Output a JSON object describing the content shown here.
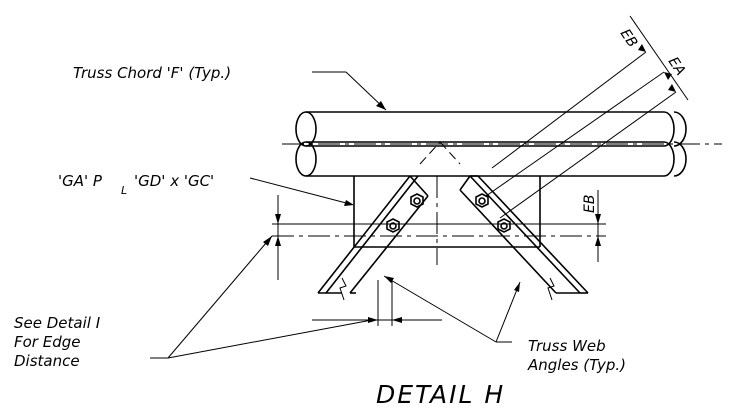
{
  "labels": {
    "truss_chord": "Truss Chord 'F' (Typ.)",
    "gusset_plate_left": "'GA' P",
    "gusset_plate_sub": "L",
    "gusset_plate_right": "'GD' x 'GC'",
    "see_detail_line1": "See Detail I",
    "see_detail_line2": "For Edge",
    "see_detail_line3": "Distance",
    "web_angles_line1": "Truss Web",
    "web_angles_line2": "Angles (Typ.)",
    "dim_eb_top": "EB",
    "dim_ea": "EA",
    "dim_eb_right": "EB",
    "detail_title": "DETAIL H"
  }
}
